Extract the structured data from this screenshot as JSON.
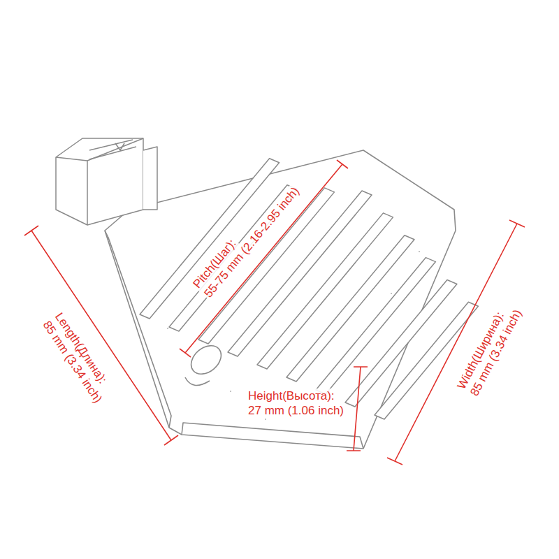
{
  "diagram": {
    "labels": [
      "Pitch(Шаг):",
      "55-75 mm (2.16-2.95 inch)",
      "Length(Длина):",
      "85 mm (3.34 inch)",
      "Height(Высота):",
      "27 mm (1.06 inch)",
      "Width(Ширина):",
      "85 mm (3.34 inch)"
    ]
  }
}
